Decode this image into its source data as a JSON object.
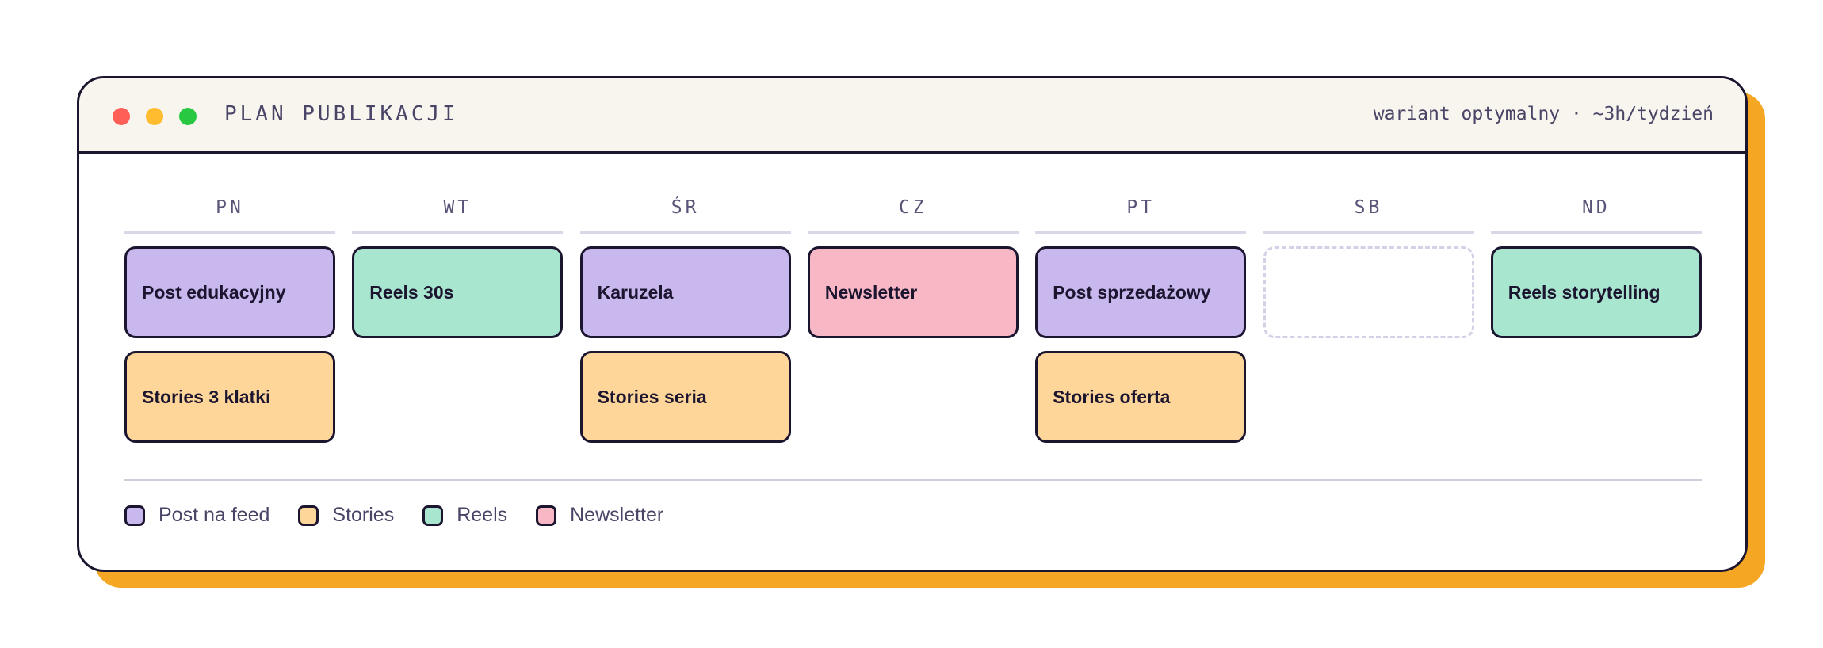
{
  "window": {
    "title": "PLAN PUBLIKACJI",
    "subtitle": "wariant optymalny · ~3h/tydzień"
  },
  "colors": {
    "post": "#C9B8EE",
    "stories": "#FED699",
    "reels": "#A8E6CF",
    "newsletter": "#F8B7C4",
    "accent_shadow": "#F5A623"
  },
  "days": [
    {
      "label": "PN",
      "items": [
        {
          "text": "Post edukacyjny",
          "type": "post"
        },
        {
          "text": "Stories 3 klatki",
          "type": "stories"
        }
      ]
    },
    {
      "label": "WT",
      "items": [
        {
          "text": "Reels 30s",
          "type": "reels"
        }
      ]
    },
    {
      "label": "ŚR",
      "items": [
        {
          "text": "Karuzela",
          "type": "post"
        },
        {
          "text": "Stories seria",
          "type": "stories"
        }
      ]
    },
    {
      "label": "CZ",
      "items": [
        {
          "text": "Newsletter",
          "type": "newsletter"
        }
      ]
    },
    {
      "label": "PT",
      "items": [
        {
          "text": "Post sprzedażowy",
          "type": "post"
        },
        {
          "text": "Stories oferta",
          "type": "stories"
        }
      ]
    },
    {
      "label": "SB",
      "items": []
    },
    {
      "label": "ND",
      "items": [
        {
          "text": "Reels storytelling",
          "type": "reels"
        }
      ]
    }
  ],
  "legend": [
    {
      "label": "Post na feed",
      "type": "post"
    },
    {
      "label": "Stories",
      "type": "stories"
    },
    {
      "label": "Reels",
      "type": "reels"
    },
    {
      "label": "Newsletter",
      "type": "newsletter"
    }
  ]
}
